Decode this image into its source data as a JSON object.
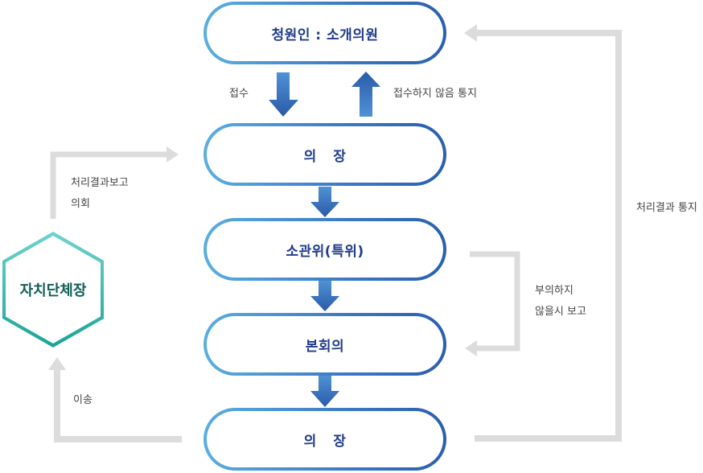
{
  "nodes": {
    "petitioner": "청원인 : 소개의원",
    "speaker_top": "의 장",
    "committee": "소관위(특위)",
    "plenary": "본회의",
    "speaker_bottom": "의 장",
    "local_head": "자치단체장"
  },
  "labels": {
    "receipt": "접수",
    "reject_notice": "접수하지 않음 통지",
    "result_report": [
      "처리결과보고",
      "의회"
    ],
    "result_notice": "처리결과 통지",
    "not_referred": [
      "부의하지",
      "않을시 보고"
    ],
    "transfer": "이송"
  },
  "colors": {
    "pill_light": "#5aaee0",
    "pill_dark": "#2a5fae",
    "arrow_blue": "#2f66b6",
    "connector_gray": "#dcdcdc",
    "hex_teal_light": "#6fd3cf",
    "hex_teal_dark": "#19a596",
    "node_text": "#1f3b8a",
    "hex_text": "#0f5e55"
  }
}
